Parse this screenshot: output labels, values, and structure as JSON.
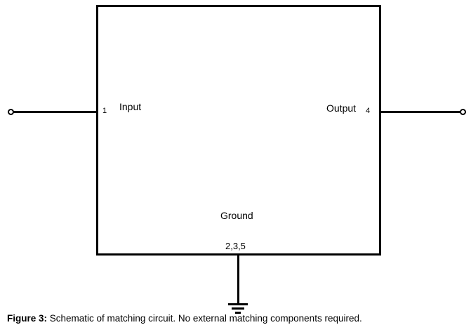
{
  "figure": {
    "caption_label": "Figure 3:",
    "caption_text": " Schematic of matching circuit. No external matching components required."
  },
  "schematic": {
    "ports": {
      "input": {
        "name": "Input",
        "pin": "1"
      },
      "output": {
        "name": "Output",
        "pin": "4"
      },
      "ground": {
        "name": "Ground",
        "pins": "2,3,5"
      }
    },
    "colors": {
      "line": "#000000",
      "background": "#ffffff",
      "text": "#000000"
    }
  }
}
